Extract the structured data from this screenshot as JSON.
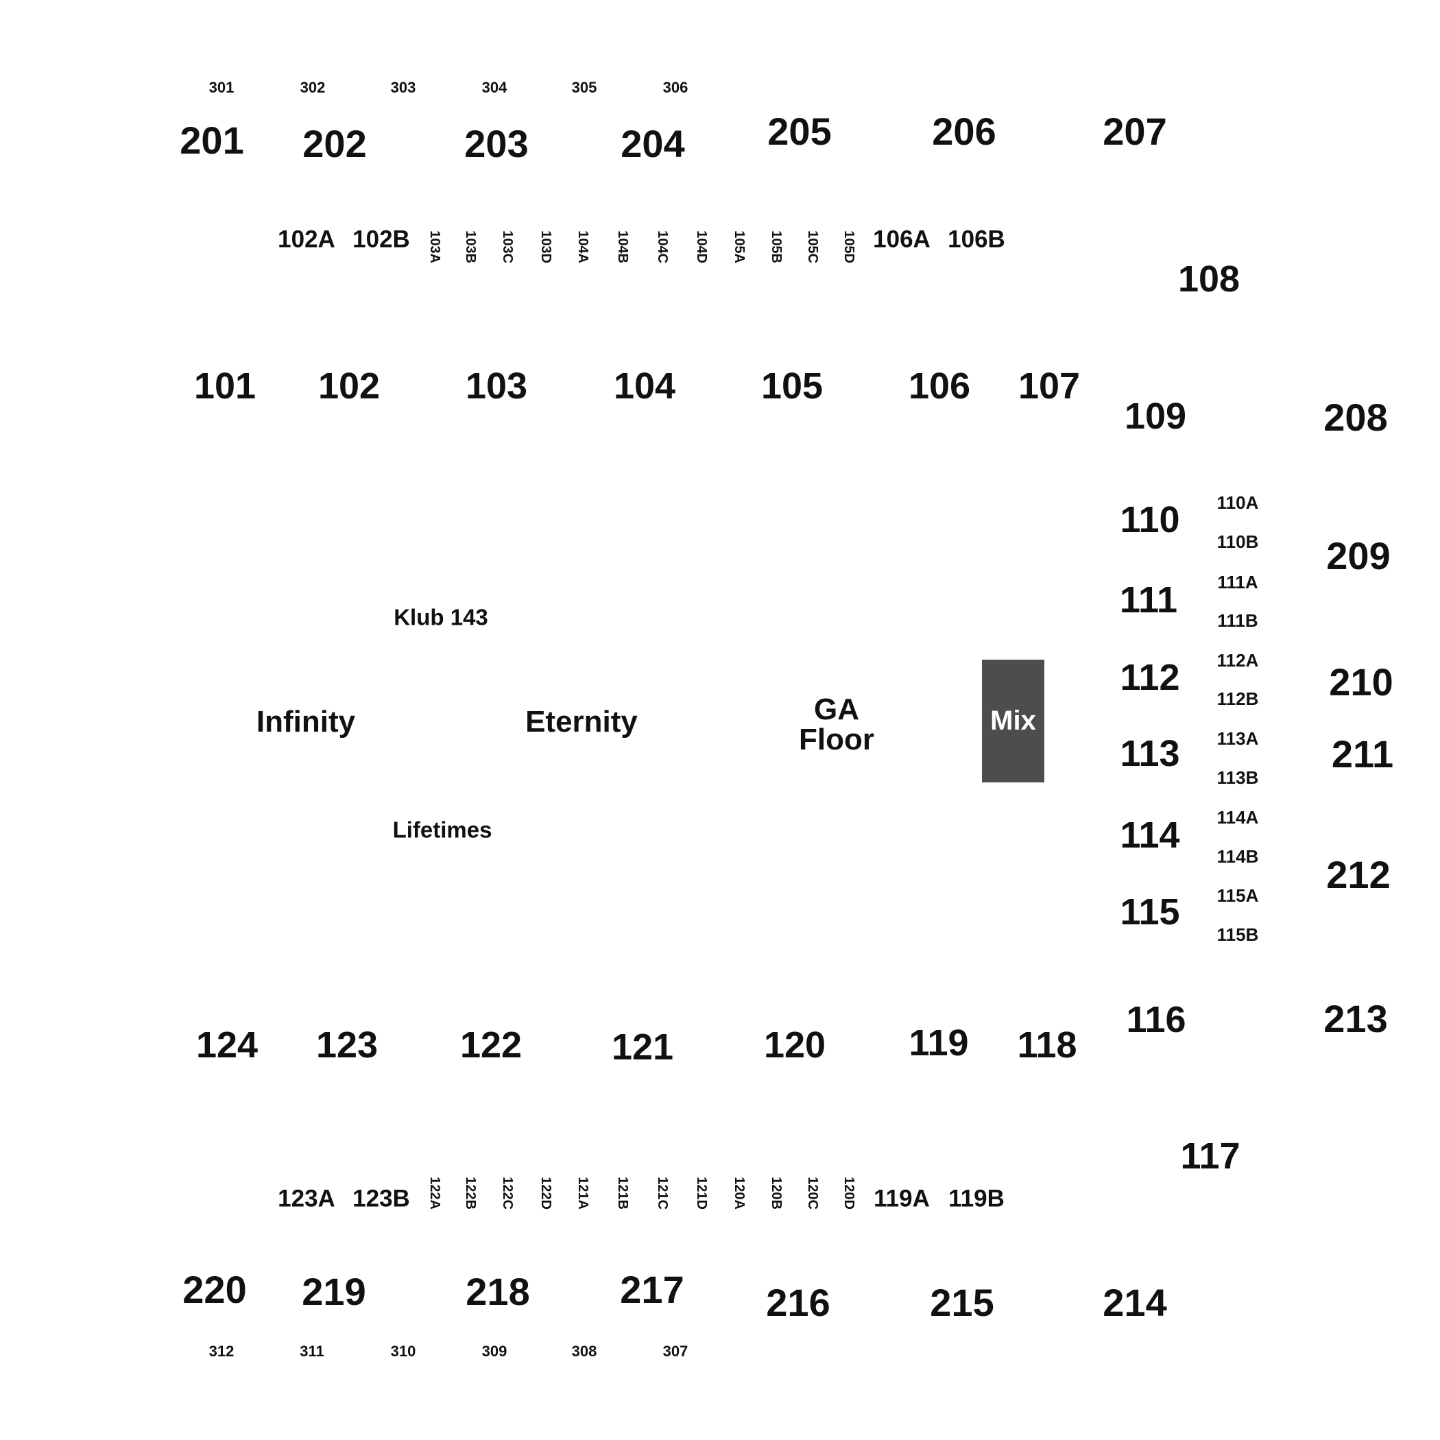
{
  "colors": {
    "background": "#ffffff",
    "text": "#111111",
    "mix_box": "#4d4d4d",
    "mix_text": "#ffffff"
  },
  "upper_300": [
    "301",
    "302",
    "303",
    "304",
    "305",
    "306",
    "307",
    "308",
    "309",
    "310",
    "311",
    "312"
  ],
  "sections_200": [
    "201",
    "202",
    "203",
    "204",
    "205",
    "206",
    "207",
    "208",
    "209",
    "210",
    "211",
    "212",
    "213",
    "214",
    "215",
    "216",
    "217",
    "218",
    "219",
    "220"
  ],
  "sections_100": [
    "101",
    "102",
    "103",
    "104",
    "105",
    "106",
    "107",
    "108",
    "109",
    "110",
    "111",
    "112",
    "113",
    "114",
    "115",
    "116",
    "117",
    "118",
    "119",
    "120",
    "121",
    "122",
    "123",
    "124"
  ],
  "sub_horizontal": [
    "102A",
    "102B",
    "106A",
    "106B",
    "123A",
    "123B",
    "119A",
    "119B"
  ],
  "sub_vertical_top": [
    "103A",
    "103B",
    "103C",
    "103D",
    "104A",
    "104B",
    "104C",
    "104D",
    "105A",
    "105B",
    "105C",
    "105D"
  ],
  "sub_vertical_bottom": [
    "122A",
    "122B",
    "122C",
    "122D",
    "121A",
    "121B",
    "121C",
    "121D",
    "120A",
    "120B",
    "120C",
    "120D"
  ],
  "sub_side": [
    "110A",
    "110B",
    "111A",
    "111B",
    "112A",
    "112B",
    "113A",
    "113B",
    "114A",
    "114B",
    "115A",
    "115B"
  ],
  "zones": {
    "infinity": "Infinity",
    "eternity": "Eternity",
    "klub": "Klub 143",
    "lifetimes": "Lifetimes",
    "ga_line1": "GA",
    "ga_line2": "Floor",
    "mix": "Mix"
  }
}
